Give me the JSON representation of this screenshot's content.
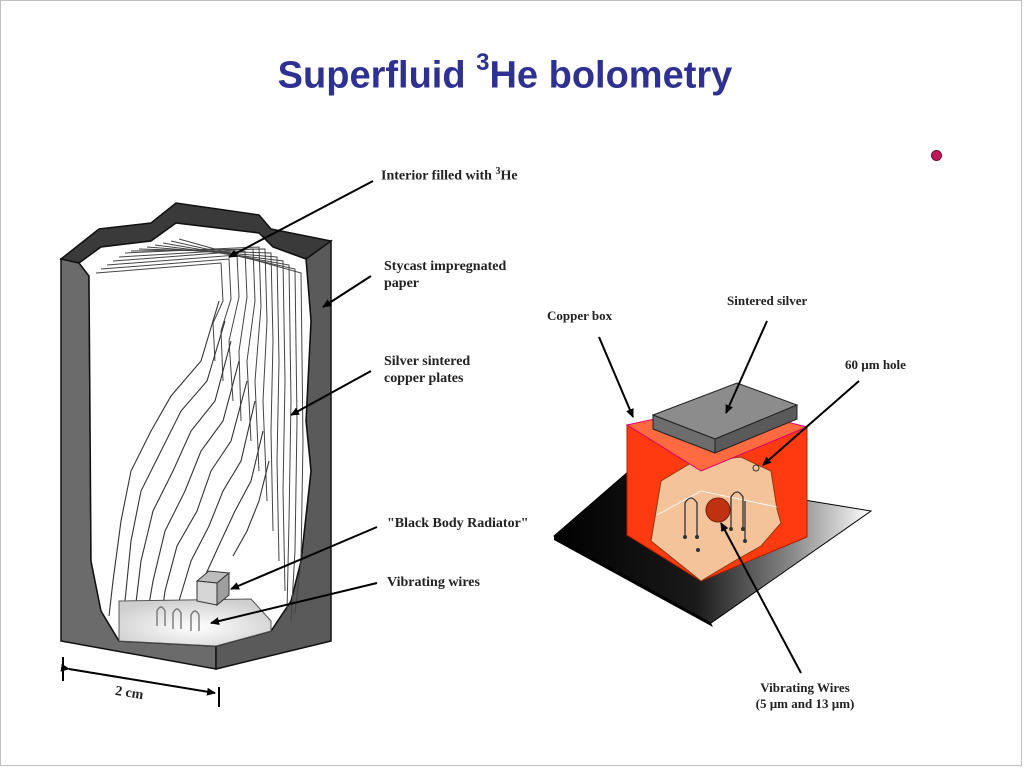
{
  "slide": {
    "title_main": "Superfluid ",
    "title_sup": "3",
    "title_rest": "He bolometry"
  },
  "left_diagram": {
    "labels": {
      "interior_prefix": "Interior filled with ",
      "interior_sup": "3",
      "interior_suffix": "He",
      "stycast_line1": "Stycast impregnated",
      "stycast_line2": "paper",
      "silver_line1": "Silver sintered",
      "silver_line2": "copper plates",
      "black_body": "\"Black Body Radiator\"",
      "vibrating_wires": "Vibrating wires",
      "scale": "2 cm"
    }
  },
  "right_diagram": {
    "labels": {
      "copper_box": "Copper box",
      "sintered_silver": "Sintered silver",
      "hole": "60 µm  hole",
      "vib_line1": "Vibrating Wires",
      "vib_line2": "(5 µm and 13 µm)"
    },
    "colors": {
      "copper": "#ff3a10",
      "interior": "#f5c39a",
      "silver_top": "#8c8c8c"
    }
  },
  "decor": {
    "bullet_color": "#c2185b"
  }
}
